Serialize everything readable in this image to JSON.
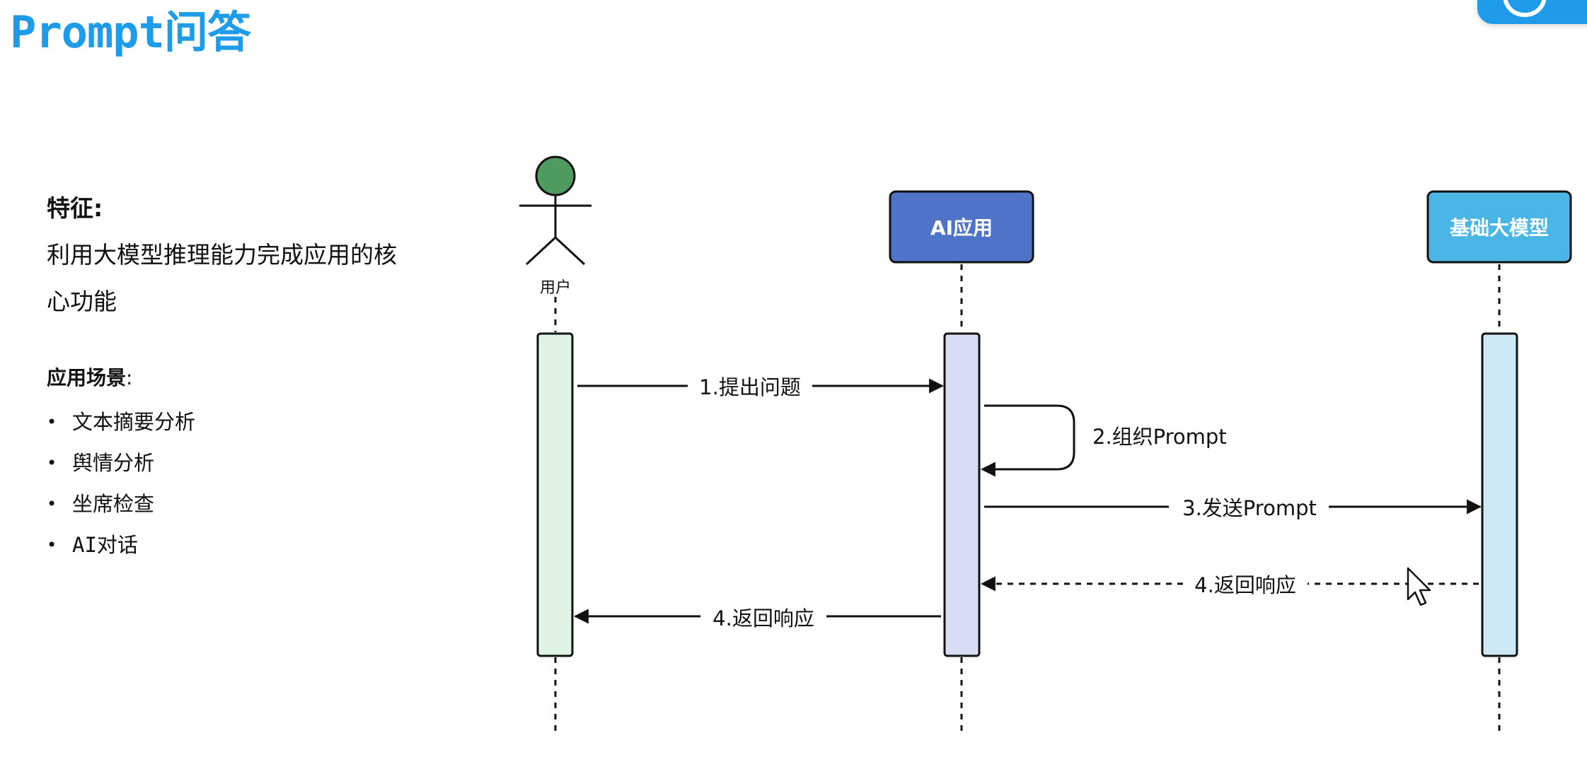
{
  "page": {
    "title": "Prompt问答"
  },
  "left_panel": {
    "feature_heading": "特征:",
    "feature_text": "利用大模型推理能力完成应用的核心功能",
    "scene_heading": "应用场景",
    "scene_colon": ":",
    "scenes": [
      "文本摘要分析",
      "舆情分析",
      "坐席检查",
      "AI对话"
    ]
  },
  "diagram": {
    "participants": [
      {
        "name": "用户",
        "kind": "actor",
        "color": "#4f9a5f",
        "bar_color": "#e0f4e6"
      },
      {
        "name": "AI应用",
        "kind": "box",
        "color": "#4f74c7",
        "bar_color": "#d9ddf4"
      },
      {
        "name": "基础大模型",
        "kind": "box",
        "color": "#49b6e6",
        "bar_color": "#cde9f5"
      }
    ],
    "messages": [
      {
        "label": "1.提出问题",
        "from": "用户",
        "to": "AI应用",
        "style": "solid"
      },
      {
        "label": "2.组织Prompt",
        "from": "AI应用",
        "to": "AI应用",
        "style": "solid"
      },
      {
        "label": "3.发送Prompt",
        "from": "AI应用",
        "to": "基础大模型",
        "style": "solid"
      },
      {
        "label": "4.返回响应",
        "from": "基础大模型",
        "to": "AI应用",
        "style": "dashed"
      },
      {
        "label": "4.返回响应",
        "from": "AI应用",
        "to": "用户",
        "style": "solid"
      }
    ]
  },
  "badge": {
    "color": "#1e9be9"
  }
}
